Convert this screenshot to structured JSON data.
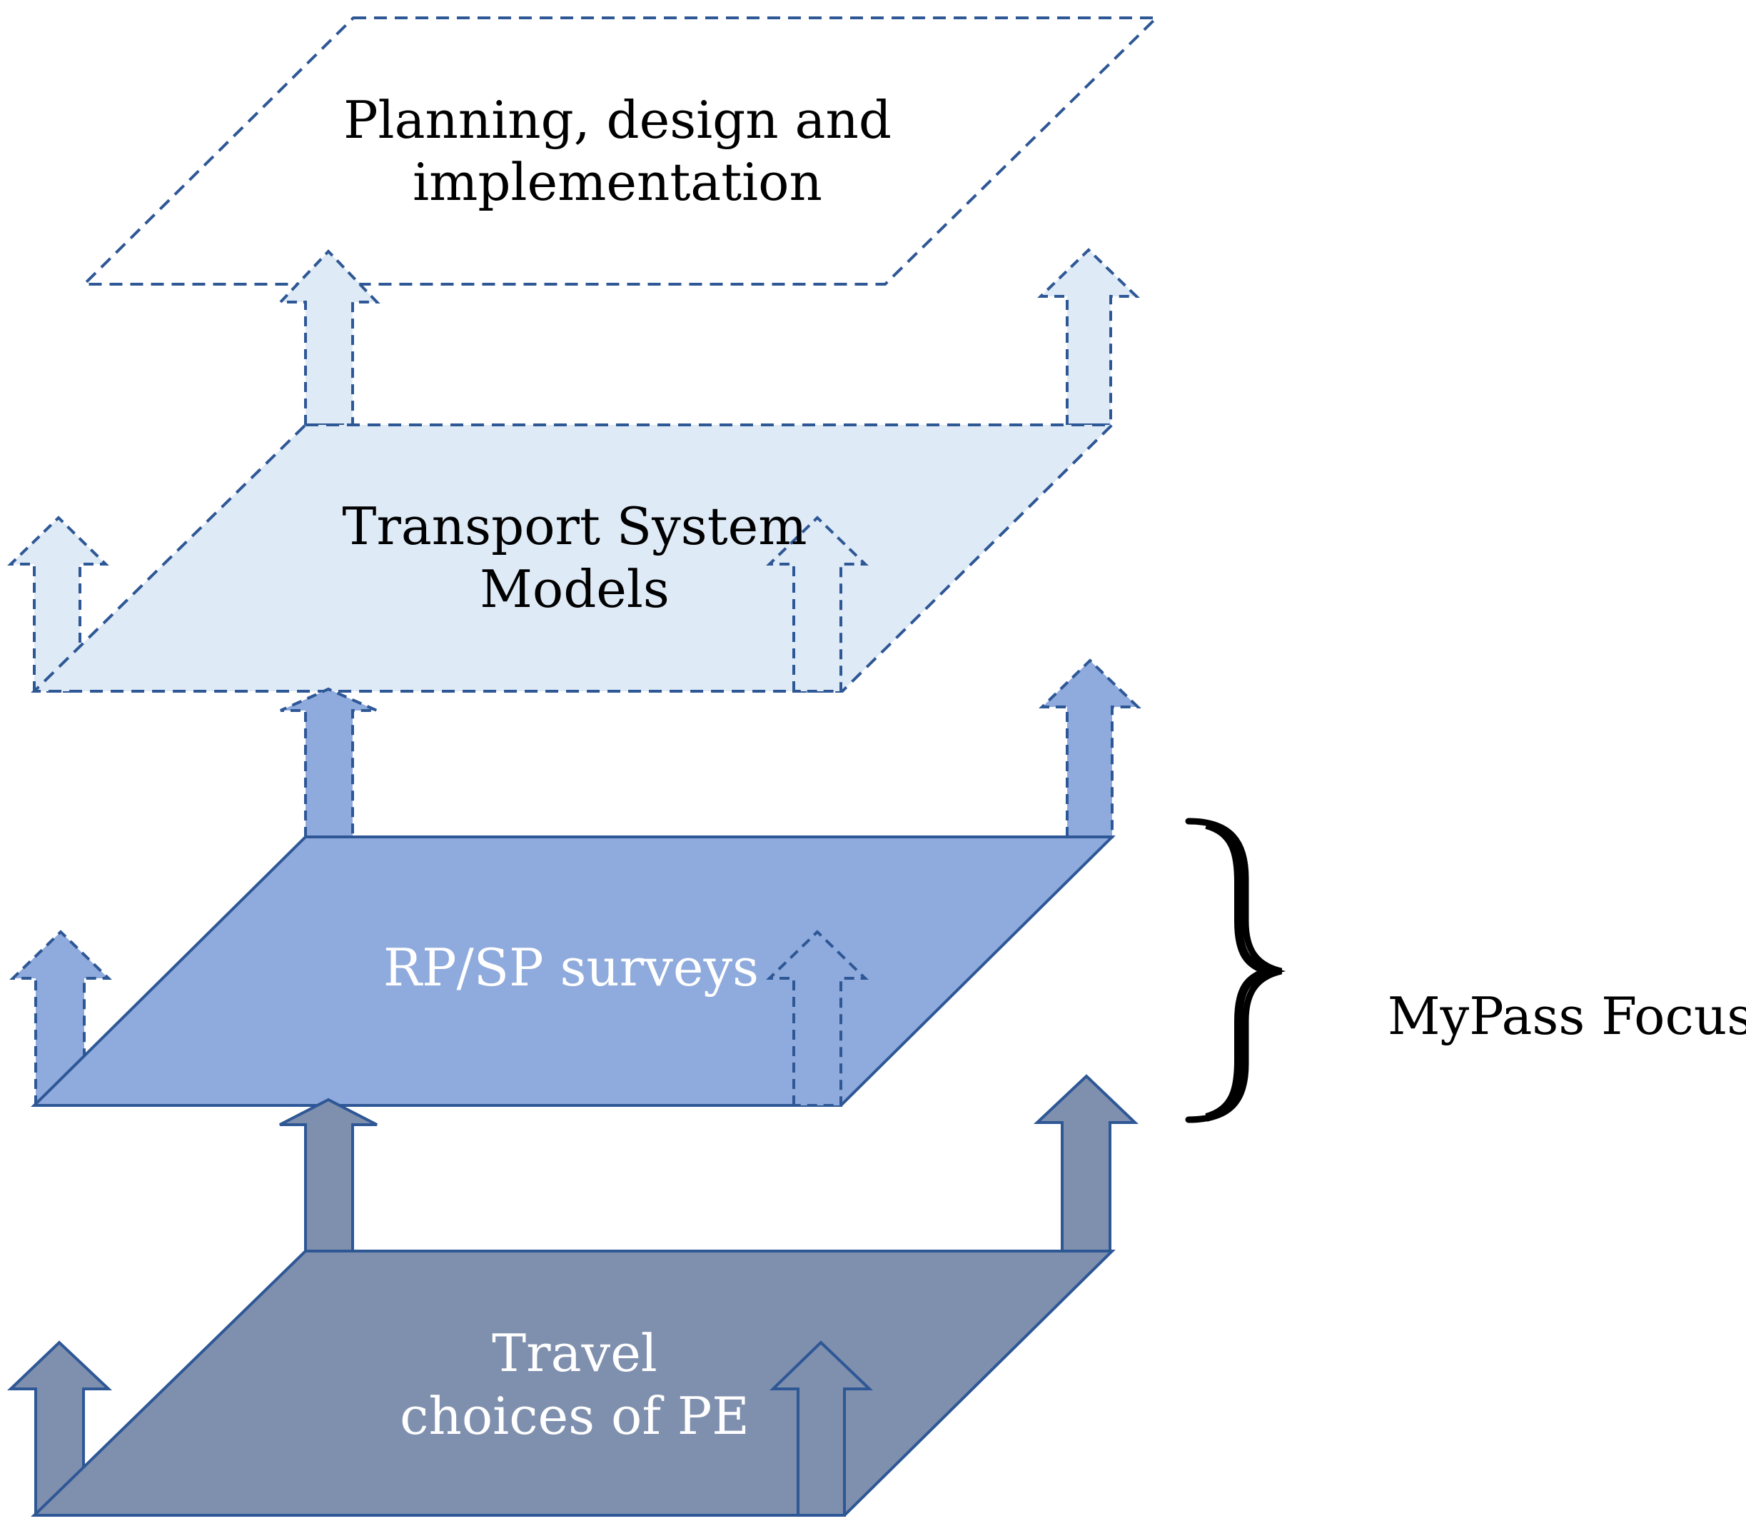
{
  "layers": {
    "planning": {
      "line1": "Planning, design and",
      "line2": "implementation"
    },
    "models": {
      "line1": "Transport System",
      "line2": "Models"
    },
    "surveys": {
      "line1": "RP/SP surveys"
    },
    "choices": {
      "line1": "Travel",
      "line2": "choices of PE"
    }
  },
  "focus_label": "MyPass Focus",
  "colors": {
    "outline": "#2e5796",
    "planning_fill": "#ffffff",
    "models_fill": "#deeaf6",
    "surveys_fill": "#8faadc",
    "choices_fill": "#7f8fae"
  }
}
